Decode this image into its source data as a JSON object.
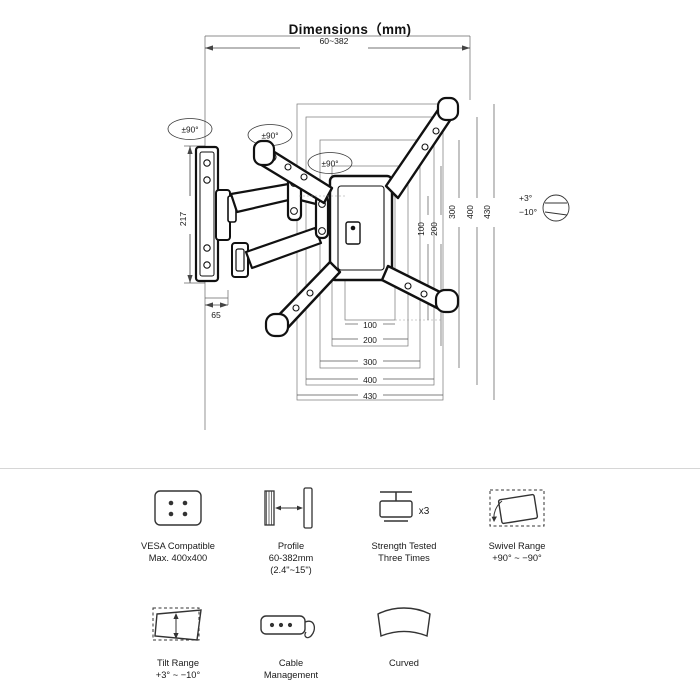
{
  "header": {
    "title": "Dimensions（mm)"
  },
  "diagram": {
    "labels": {
      "top_range": "60~382",
      "left_height": "217",
      "depth": "65",
      "swivel_left_1": "±90°",
      "swivel_left_2": "±90°",
      "swivel_center": "±90°",
      "tilt_plus": "+3°",
      "tilt_minus": "−10°",
      "vesa_v_100": "100",
      "vesa_v_200": "200",
      "vesa_v_300": "300",
      "vesa_v_400": "400",
      "vesa_v_430": "430",
      "vesa_h_100": "100",
      "vesa_h_200": "200",
      "vesa_h_300": "300",
      "vesa_h_400": "400",
      "vesa_h_430": "430"
    }
  },
  "features": {
    "row1": [
      {
        "icon": "vesa-plate-icon",
        "label": "VESA Compatible\nMax. 400x400"
      },
      {
        "icon": "profile-depth-icon",
        "label": "Profile\n60-382mm\n(2.4\"~15\")"
      },
      {
        "icon": "strength-tested-icon",
        "label": "Strength Tested\nThree Times",
        "badge": "x3"
      },
      {
        "icon": "swivel-range-icon",
        "label": "Swivel Range\n+90° ~ −90°"
      }
    ],
    "row2": [
      {
        "icon": "tilt-range-icon",
        "label": "Tilt Range\n+3° ~ −10°"
      },
      {
        "icon": "cable-management-icon",
        "label": "Cable\nManagement"
      },
      {
        "icon": "curved-screen-icon",
        "label": "Curved"
      }
    ]
  },
  "colors": {
    "line": "#1a1a1a",
    "dim_line": "#555555",
    "text": "#1a1a1a",
    "divider": "#d6d6d6",
    "bracket_fill": "#ffffff"
  }
}
